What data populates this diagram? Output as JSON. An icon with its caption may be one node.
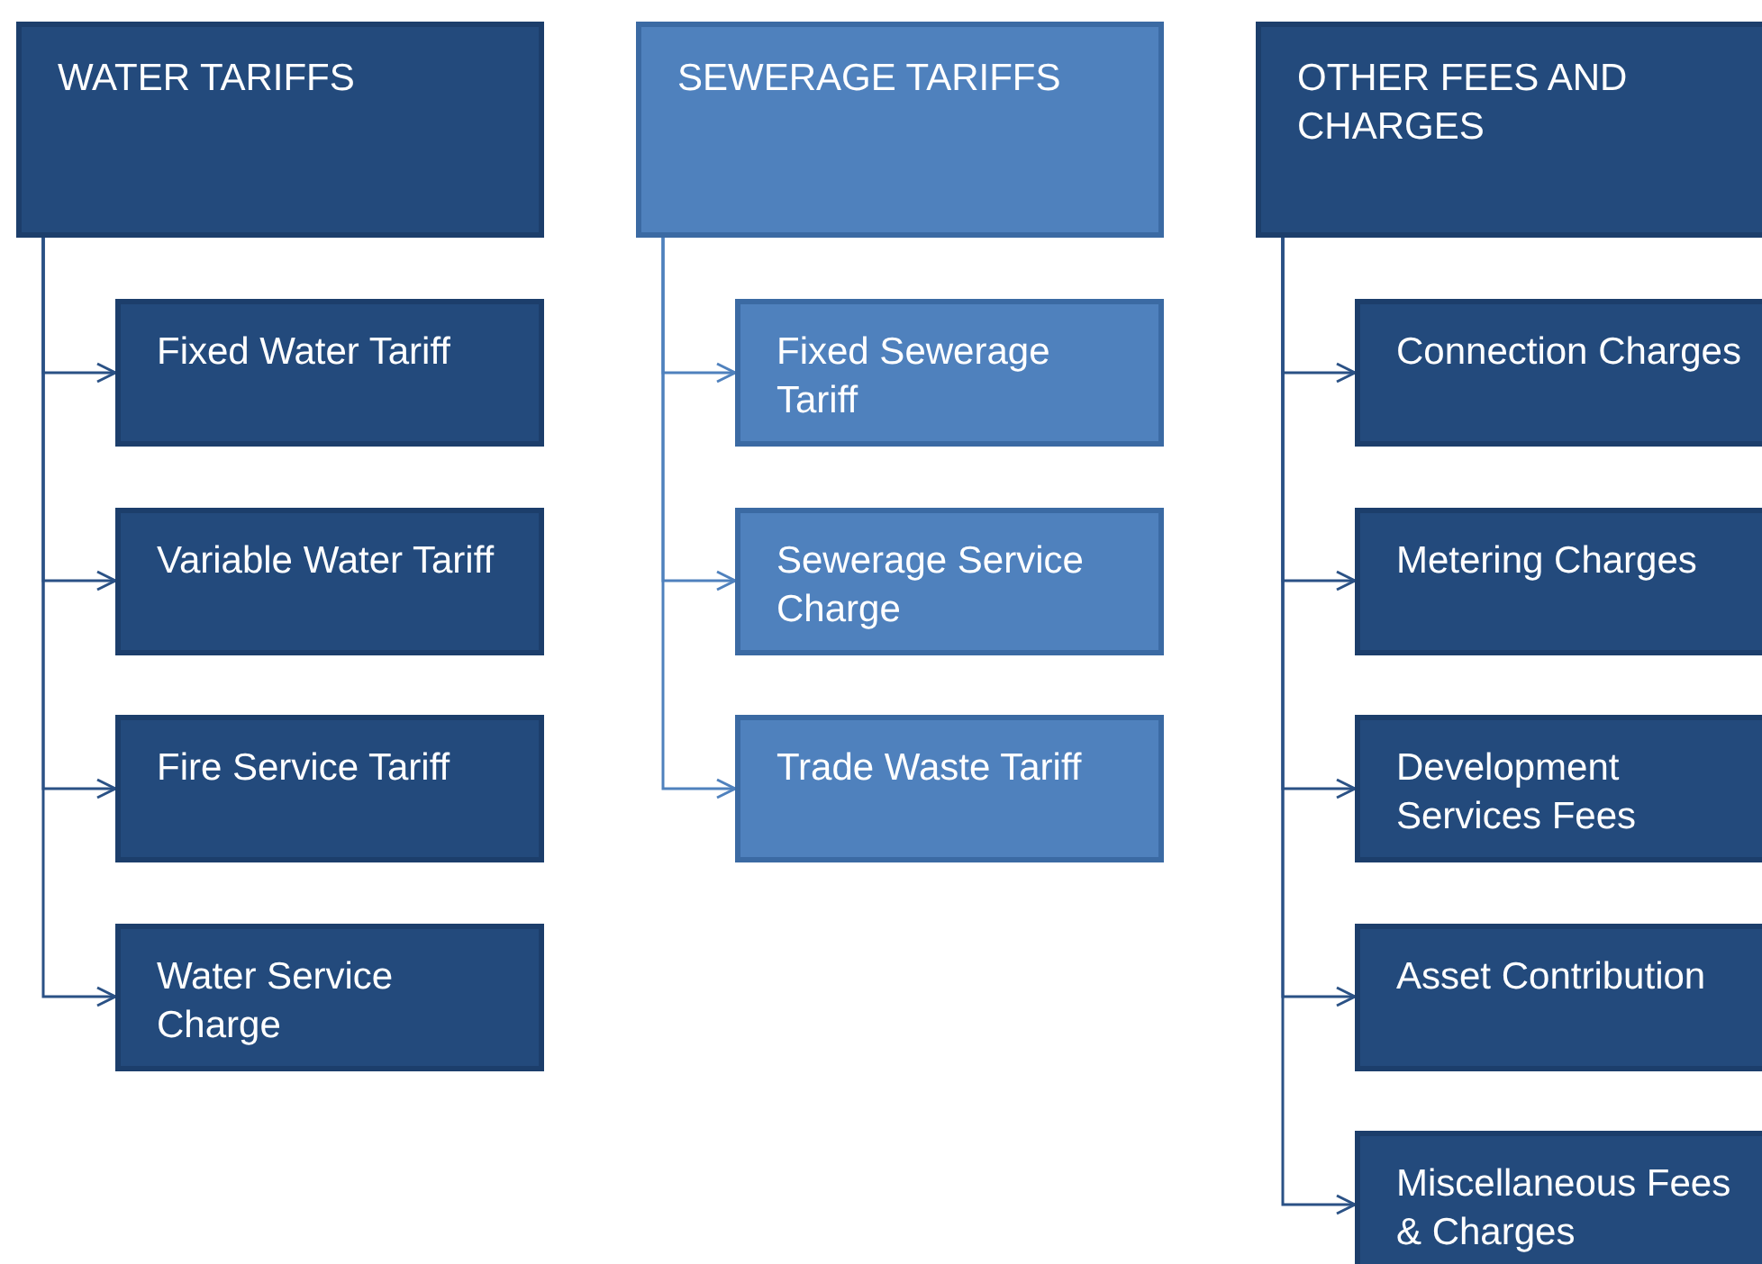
{
  "diagram": {
    "nodes": [
      {
        "text": [
          "WATER TARIFFS"
        ]
      },
      {
        "text": [
          "Fixed Water Tariff"
        ]
      },
      {
        "text": [
          "Variable Water Tariff"
        ]
      },
      {
        "text": [
          "Fire Service Tariff"
        ]
      },
      {
        "text": [
          "Water Service Charge"
        ]
      },
      {
        "text": [
          "SEWERAGE TARIFFS"
        ]
      },
      {
        "text": [
          "Fixed Sewerage Tariff"
        ]
      },
      {
        "text": [
          "Sewerage Service Charge"
        ]
      },
      {
        "text": [
          "Trade Waste Tariff"
        ]
      },
      {
        "text": [
          "OTHER FEES AND CHARGES"
        ]
      },
      {
        "text": [
          "Connection Charges"
        ]
      },
      {
        "text": [
          "Metering Charges"
        ]
      },
      {
        "text": [
          "Development Services Fees"
        ]
      },
      {
        "text": [
          "Asset Contribution"
        ]
      },
      {
        "text": [
          "Miscellaneous Fees & Charges"
        ]
      }
    ],
    "edges": [
      {
        "from": 0,
        "to": 1,
        "arrow": "to"
      },
      {
        "from": 0,
        "to": 2,
        "arrow": "to"
      },
      {
        "from": 0,
        "to": 3,
        "arrow": "to"
      },
      {
        "from": 0,
        "to": 4,
        "arrow": "to"
      },
      {
        "from": 5,
        "to": 6,
        "arrow": "to",
        "color": "#4f81bd"
      },
      {
        "from": 5,
        "to": 7,
        "arrow": "to",
        "color": "#4f81bd"
      },
      {
        "from": 5,
        "to": 8,
        "arrow": "to",
        "color": "#4f81bd"
      },
      {
        "from": 9,
        "to": 10,
        "arrow": "to"
      },
      {
        "from": 9,
        "to": 11,
        "arrow": "to"
      },
      {
        "from": 9,
        "to": 12,
        "arrow": "to"
      },
      {
        "from": 9,
        "to": 13,
        "arrow": "to"
      },
      {
        "from": 9,
        "to": 14,
        "arrow": "to"
      }
    ]
  }
}
